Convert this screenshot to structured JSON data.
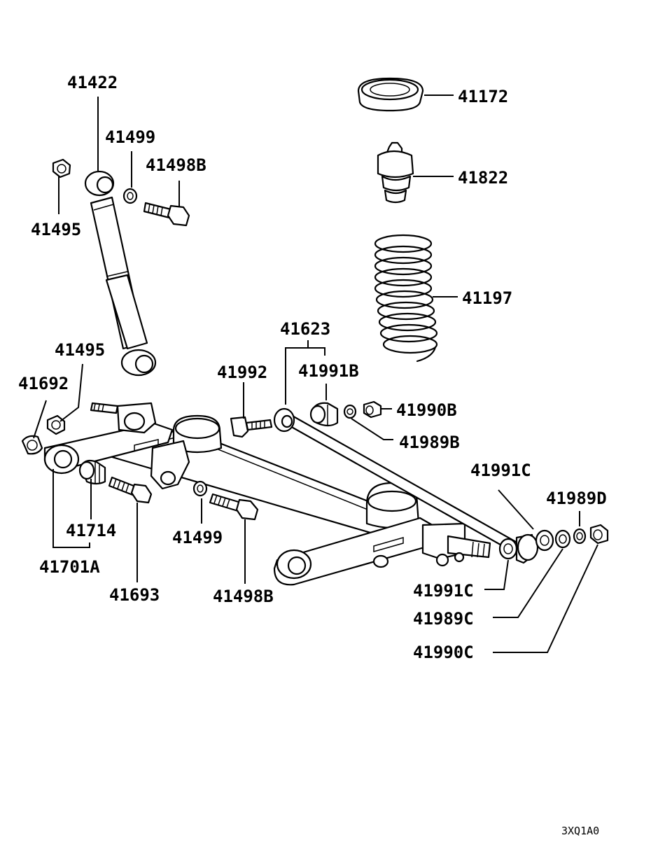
{
  "labels": {
    "l41422": "41422",
    "l41499_top": "41499",
    "l41498b_top": "41498B",
    "l41495_top": "41495",
    "l41172": "41172",
    "l41822": "41822",
    "l41197": "41197",
    "l41623": "41623",
    "l41495_mid": "41495",
    "l41692": "41692",
    "l41992": "41992",
    "l41991b": "41991B",
    "l41990b": "41990B",
    "l41989b": "41989B",
    "l41991c_top": "41991C",
    "l41989d": "41989D",
    "l41714": "41714",
    "l41701a": "41701A",
    "l41693": "41693",
    "l41499_bot": "41499",
    "l41498b_bot": "41498B",
    "l41991c_bot": "41991C",
    "l41989c": "41989C",
    "l41990c": "41990C"
  },
  "diagram_code": "3XQ1A0"
}
